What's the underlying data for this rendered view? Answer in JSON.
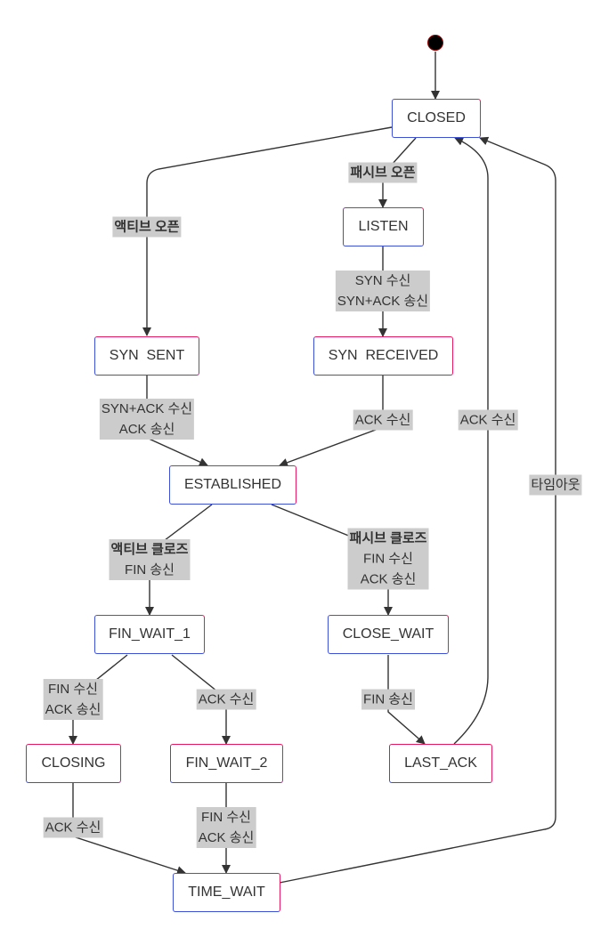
{
  "nodes": {
    "closed": "CLOSED",
    "listen": "LISTEN",
    "syn_sent": "SYN  SENT",
    "syn_received": "SYN  RECEIVED",
    "established": "ESTABLISHED",
    "fin_wait_1": "FIN_WAIT_1",
    "close_wait": "CLOSE_WAIT",
    "closing": "CLOSING",
    "fin_wait_2": "FIN_WAIT_2",
    "last_ack": "LAST_ACK",
    "time_wait": "TIME_WAIT"
  },
  "edges": {
    "passive_open": {
      "title": "패시브 오픈"
    },
    "active_open": {
      "title": "액티브 오픈"
    },
    "listen_to_synrecv": {
      "line1": "SYN 수신",
      "line2": "SYN+ACK 송신"
    },
    "synsent_to_est": {
      "line1": "SYN+ACK 수신",
      "line2": "ACK 송신"
    },
    "synrecv_to_est": {
      "line1": "ACK 수신"
    },
    "lastack_to_closed": {
      "line1": "ACK 수신"
    },
    "timeout": {
      "line1": "타임아웃"
    },
    "active_close": {
      "title": "액티브 클로즈",
      "line1": "FIN 송신"
    },
    "passive_close": {
      "title": "패시브 클로즈",
      "line1": "FIN 수신",
      "line2": "ACK 송신"
    },
    "fw1_to_closing": {
      "line1": "FIN 수신",
      "line2": "ACK 송신"
    },
    "fw1_to_fw2": {
      "line1": "ACK 수신"
    },
    "closewait_to_lastack": {
      "line1": "FIN 송신"
    },
    "closing_to_timewait": {
      "line1": "ACK 수신"
    },
    "fw2_to_timewait": {
      "line1": "FIN 수신",
      "line2": "ACK 송신"
    }
  }
}
